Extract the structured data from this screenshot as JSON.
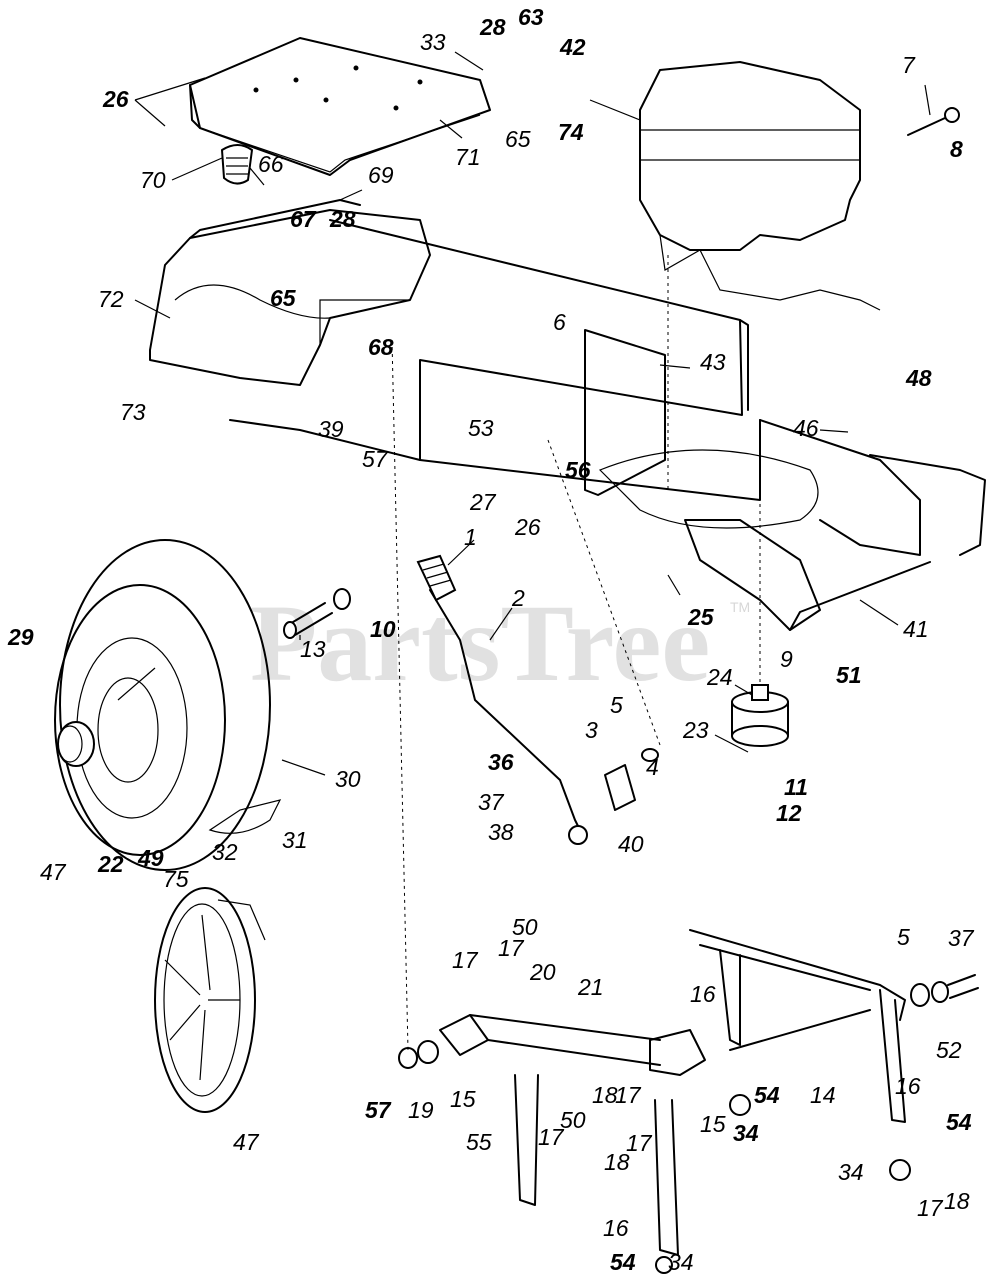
{
  "watermark": {
    "text": "PartsTree",
    "trademark": "TM"
  },
  "callouts": [
    {
      "text": "26",
      "bold": true
    },
    {
      "text": "33",
      "bold": false
    },
    {
      "text": "28",
      "bold": true
    },
    {
      "text": "63",
      "bold": true
    },
    {
      "text": "42",
      "bold": true
    },
    {
      "text": "7",
      "bold": false
    },
    {
      "text": "8",
      "bold": true
    },
    {
      "text": "65",
      "bold": false
    },
    {
      "text": "74",
      "bold": true
    },
    {
      "text": "71",
      "bold": false
    },
    {
      "text": "70",
      "bold": false
    },
    {
      "text": "66",
      "bold": false
    },
    {
      "text": "69",
      "bold": false
    },
    {
      "text": "67",
      "bold": true
    },
    {
      "text": "28",
      "bold": true
    },
    {
      "text": "65",
      "bold": true
    },
    {
      "text": "72",
      "bold": false
    },
    {
      "text": "68",
      "bold": true
    },
    {
      "text": "6",
      "bold": false
    },
    {
      "text": "43",
      "bold": false
    },
    {
      "text": "48",
      "bold": true
    },
    {
      "text": "46",
      "bold": false
    },
    {
      "text": "73",
      "bold": false
    },
    {
      "text": "39",
      "bold": false
    },
    {
      "text": "57",
      "bold": false
    },
    {
      "text": "53",
      "bold": false
    },
    {
      "text": "56",
      "bold": true
    },
    {
      "text": "26",
      "bold": false
    },
    {
      "text": "27",
      "bold": false
    },
    {
      "text": "1",
      "bold": false
    },
    {
      "text": "25",
      "bold": true
    },
    {
      "text": "41",
      "bold": false
    },
    {
      "text": "2",
      "bold": false
    },
    {
      "text": "10",
      "bold": true
    },
    {
      "text": "29",
      "bold": true
    },
    {
      "text": "13",
      "bold": false
    },
    {
      "text": "9",
      "bold": false
    },
    {
      "text": "51",
      "bold": true
    },
    {
      "text": "24",
      "bold": false
    },
    {
      "text": "5",
      "bold": false
    },
    {
      "text": "3",
      "bold": false
    },
    {
      "text": "23",
      "bold": false
    },
    {
      "text": "36",
      "bold": true
    },
    {
      "text": "4",
      "bold": false
    },
    {
      "text": "11",
      "bold": true
    },
    {
      "text": "12",
      "bold": true
    },
    {
      "text": "37",
      "bold": false
    },
    {
      "text": "38",
      "bold": false
    },
    {
      "text": "40",
      "bold": false
    },
    {
      "text": "30",
      "bold": false
    },
    {
      "text": "31",
      "bold": false
    },
    {
      "text": "32",
      "bold": false
    },
    {
      "text": "47",
      "bold": false
    },
    {
      "text": "22",
      "bold": true
    },
    {
      "text": "49",
      "bold": true
    },
    {
      "text": "75",
      "bold": false
    },
    {
      "text": "50",
      "bold": false
    },
    {
      "text": "17",
      "bold": false
    },
    {
      "text": "17",
      "bold": false
    },
    {
      "text": "20",
      "bold": false
    },
    {
      "text": "21",
      "bold": false
    },
    {
      "text": "5",
      "bold": false
    },
    {
      "text": "37",
      "bold": false
    },
    {
      "text": "16",
      "bold": false
    },
    {
      "text": "52",
      "bold": false
    },
    {
      "text": "54",
      "bold": true
    },
    {
      "text": "14",
      "bold": false
    },
    {
      "text": "16",
      "bold": false
    },
    {
      "text": "57",
      "bold": true
    },
    {
      "text": "19",
      "bold": false
    },
    {
      "text": "15",
      "bold": false
    },
    {
      "text": "18",
      "bold": false
    },
    {
      "text": "17",
      "bold": false
    },
    {
      "text": "15",
      "bold": false
    },
    {
      "text": "34",
      "bold": true
    },
    {
      "text": "54",
      "bold": true
    },
    {
      "text": "55",
      "bold": false
    },
    {
      "text": "17",
      "bold": false
    },
    {
      "text": "50",
      "bold": false
    },
    {
      "text": "18",
      "bold": false
    },
    {
      "text": "17",
      "bold": false
    },
    {
      "text": "34",
      "bold": false
    },
    {
      "text": "17",
      "bold": false
    },
    {
      "text": "18",
      "bold": false
    },
    {
      "text": "16",
      "bold": false
    },
    {
      "text": "54",
      "bold": true
    },
    {
      "text": "34",
      "bold": false
    },
    {
      "text": "47",
      "bold": false
    }
  ]
}
